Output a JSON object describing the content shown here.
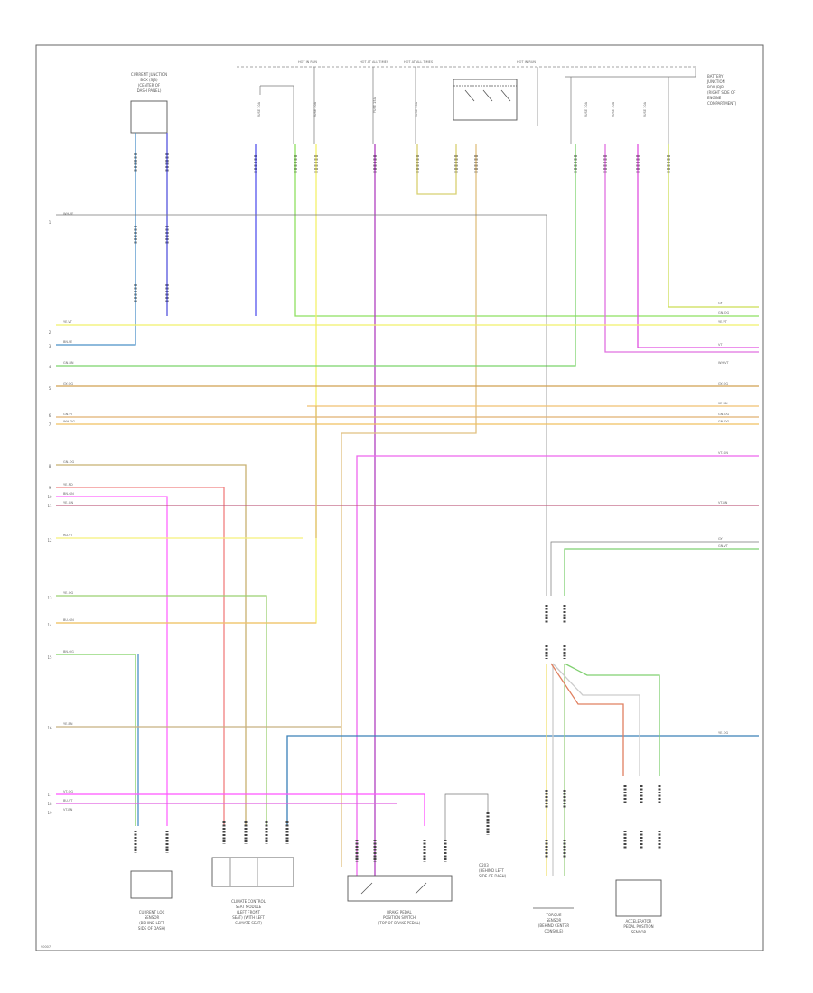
{
  "diagram": {
    "fuse_links_top": [
      "HOT IN RUN",
      "HOT AT ALL TIMES",
      "HOT AT ALL TIMES",
      "HOT IN RUN"
    ],
    "fuse_labels": [
      "FUSE 10A",
      "FUSE 10A",
      "FUSE 15A",
      "FUSE 10A",
      "FUSE 10A",
      "FUSE 10A",
      "FUSE 10A"
    ],
    "top_left_module": [
      "CURRENT JUNCTION",
      "BOX (SJB)",
      "(CENTER OF",
      "DASH PANEL)"
    ],
    "top_right_module": [
      "BATTERY",
      "JUNCTION",
      "BOX (BJB)",
      "(RIGHT SIDE OF",
      "ENGINE",
      "COMPARTMENT)"
    ],
    "left_wire_labels": [
      "WH-YE",
      "YE-VT",
      "BN-YE",
      "GN-BN",
      "GY-OG",
      "GN-VT",
      "WH-OG",
      "GN-OG",
      "YE-RD",
      "BN-GN",
      "YE-GN",
      "RD-VT",
      "YE-OG",
      "BU-GN",
      "BN-OG",
      "YE-BN",
      "VT-OG",
      "BU-VT",
      "VT-BN"
    ],
    "left_pin_numbers": [
      "1",
      "2",
      "3",
      "4",
      "5",
      "6",
      "7",
      "8",
      "9",
      "10",
      "11",
      "12",
      "13",
      "14",
      "15",
      "16",
      "17",
      "18",
      "19"
    ],
    "right_wire_labels": [
      "GY",
      "GN-OG",
      "YE-VT",
      "VT",
      "WH-VT",
      "GY-OG",
      "YE-BN",
      "GN-OG",
      "GN-OG",
      "VT-GN",
      "VT-BN",
      "GY",
      "GN-VT",
      "YE-OG"
    ],
    "bottom_components": [
      [
        "CURRENT LOC",
        "SENSOR",
        "(BEHIND LEFT",
        "SIDE OF DASH)"
      ],
      [
        "CLIMATE CONTROL",
        "SEAT MODULE",
        "(LEFT FRONT",
        "SEAT) (WITH LEFT",
        "CLIMATE SEAT)"
      ],
      [
        "BRAKE PEDAL",
        "POSITION SWITCH",
        "(TOP OF BRAKE PEDAL)"
      ],
      [
        "TORQUE",
        "SENSOR",
        "(BEHIND CENTER",
        "CONSOLE)"
      ],
      [
        "ACCELERATOR",
        "PEDAL POSITION",
        "SENSOR"
      ]
    ],
    "ground_label": [
      "G203",
      "(BEHIND LEFT",
      "SIDE OF DASH)"
    ],
    "footer_code": "90007"
  }
}
